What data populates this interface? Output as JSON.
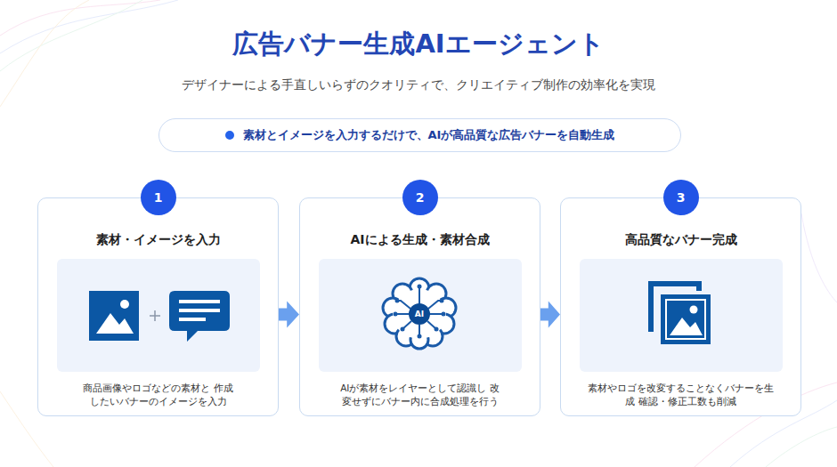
{
  "diagram": {
    "title": "広告バナー生成AIエージェント",
    "nodes": [
      {
        "text": [
          "素材とイメージを入力するだけで、AIが高品質な広告バナーを自動生成"
        ]
      },
      {
        "text": [
          "素材・イメージを入力",
          "商品画像やロゴなどの素材と 作成したいバナーのイメージを入力"
        ]
      },
      {
        "text": [
          "1"
        ],
        "in": 1
      },
      {
        "text": [
          "AIによる生成・素材合成",
          "AIが素材をレイヤーとして認識し 改変せずにバナー内に合成処理を行う"
        ]
      },
      {
        "text": [
          "2"
        ],
        "in": 3
      },
      {
        "text": [
          "高品質なバナー完成",
          "素材やロゴを改変することなくバナーを生成 確認・修正工数も削減"
        ]
      },
      {
        "text": [
          "3"
        ],
        "in": 5
      }
    ],
    "edges": [
      {
        "from": 1,
        "to": 3,
        "arrow": "to"
      },
      {
        "from": 3,
        "to": 5,
        "arrow": "to"
      }
    ],
    "labels": [
      "デザイナーによる手直しいらずのクオリティで、クリエイティブ制作の効率化を実現",
      "AI"
    ]
  }
}
